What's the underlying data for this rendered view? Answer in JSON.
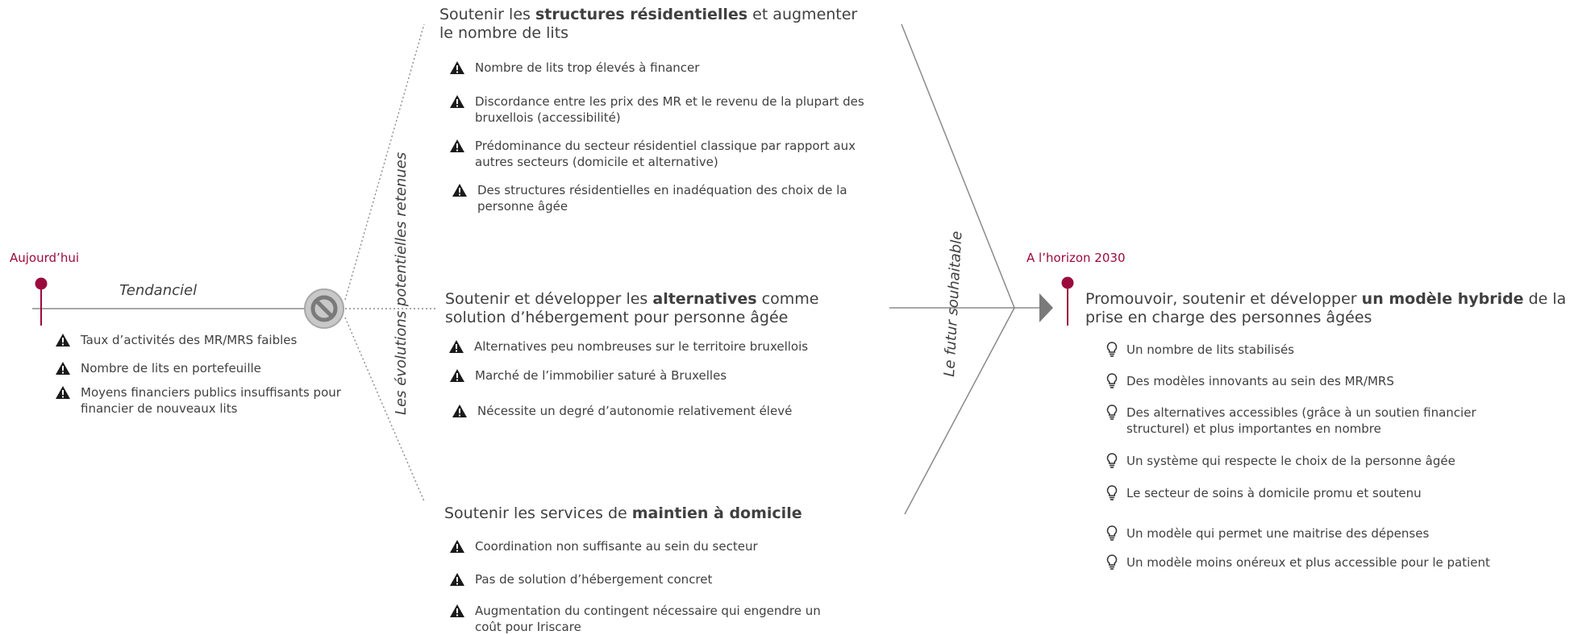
{
  "milestones": {
    "today": "Aujourd’hui",
    "horizon": "A l’horizon 2030"
  },
  "trend_label": "Tendanciel",
  "vertical_labels": {
    "evolutions": "Les évolutions potentielles retenues",
    "future": "Le futur souhaitable"
  },
  "today_risks": [
    "Taux d’activités des MR/MRS faibles",
    "Nombre de lits en portefeuille",
    "Moyens financiers publics insuffisants pour financier de nouveaux lits"
  ],
  "branches": {
    "residential": {
      "heading_pre": "Soutenir les ",
      "heading_bold": "structures résidentielles",
      "heading_post": " et augmenter le nombre de lits",
      "risks": [
        "Nombre de lits trop élevés à financer",
        "Discordance entre les prix des MR et le revenu de la plupart des bruxellois (accessibilité)",
        "Prédominance du secteur résidentiel classique par rapport aux autres secteurs (domicile et alternative)",
        "Des structures résidentielles en inadéquation des choix de la personne âgée"
      ]
    },
    "alternatives": {
      "heading_pre": "Soutenir et développer les ",
      "heading_bold": "alternatives",
      "heading_post": " comme solution d’hébergement pour personne âgée",
      "risks": [
        "Alternatives peu nombreuses sur le territoire bruxellois",
        "Marché de l’immobilier saturé à Bruxelles",
        "Nécessite un degré d’autonomie relativement élevé"
      ]
    },
    "home_care": {
      "heading_pre": "Soutenir les services de ",
      "heading_bold": "maintien à domicile",
      "heading_post": "",
      "risks": [
        "Coordination non suffisante au sein du secteur",
        "Pas de solution d’hébergement concret",
        "Augmentation du contingent nécessaire qui engendre un coût pour Iriscare"
      ]
    }
  },
  "target": {
    "heading_pre": "Promouvoir, soutenir et développer ",
    "heading_bold": "un modèle hybride",
    "heading_post": " de la prise en charge des personnes âgées",
    "ideas": [
      "Un nombre de lits stabilisés",
      "Des modèles innovants au sein des MR/MRS",
      "Des alternatives accessibles (grâce à un soutien financier structurel) et plus importantes en nombre",
      "Un système qui respecte le choix de la personne âgée",
      "Le secteur de soins à domicile promu et soutenu",
      "Un modèle qui permet une maitrise des dépenses",
      "Un modèle moins onéreux et plus accessible pour le patient"
    ]
  },
  "colors": {
    "accent": "#9b0a3c",
    "text": "#404040",
    "line": "#8a8a8a",
    "stop_fill": "#c8c8c8"
  },
  "icons": {
    "risk": "warning-triangle-icon",
    "idea": "lightbulb-icon",
    "stop": "no-entry-icon",
    "marker": "pin-icon",
    "arrow": "arrow-right-icon"
  }
}
